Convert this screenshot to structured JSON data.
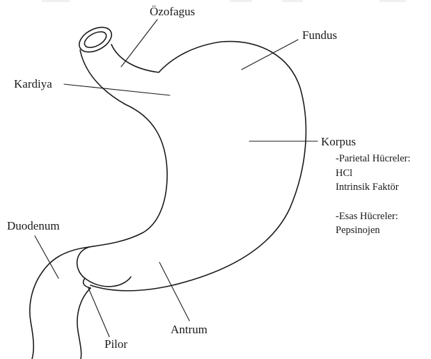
{
  "labels": {
    "ozofagus": "Özofagus",
    "fundus": "Fundus",
    "kardiya": "Kardiya",
    "korpus": "Korpus",
    "duodenum": "Duodenum",
    "antrum": "Antrum",
    "pilor": "Pilor"
  },
  "korpus_notes": {
    "parietal_title": "-Parietal Hücreler:",
    "parietal_item_1": "HCl",
    "parietal_item_2": "Intrinsik Faktör",
    "esas_title": "-Esas Hücreler:",
    "esas_item_1": "Pepsinojen"
  }
}
